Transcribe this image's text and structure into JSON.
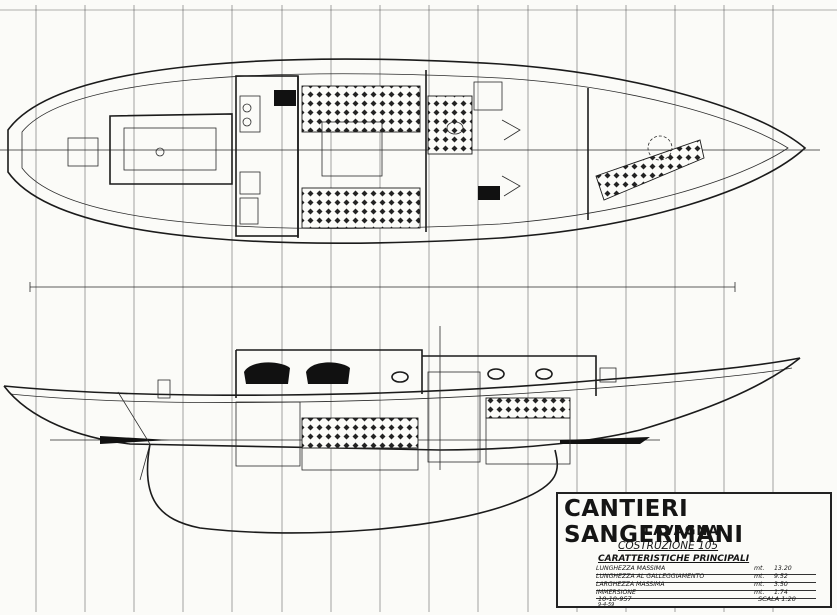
{
  "drawing": {
    "builder": "CANTIERI SANGERMANI",
    "location": "LAVAGNA",
    "build_label": "COSTRUZIONE 105",
    "specs_title": "CARATTERISTICHE PRINCIPALI",
    "specs": [
      {
        "label": "LUNGHEZZA MASSIMA",
        "unit": "mt.",
        "value": "13.20"
      },
      {
        "label": "LUNGHEZZA AL GALLEGGIAMENTO",
        "unit": "mt.",
        "value": "9.52"
      },
      {
        "label": "LARGHEZZA MASSIMA",
        "unit": "mt.",
        "value": "3.50"
      },
      {
        "label": "IMMERSIONE",
        "unit": "mt.",
        "value": "1.74"
      }
    ],
    "date": "10-10-957",
    "date_note": "9-4-59",
    "scale": "SCALA 1:20"
  }
}
